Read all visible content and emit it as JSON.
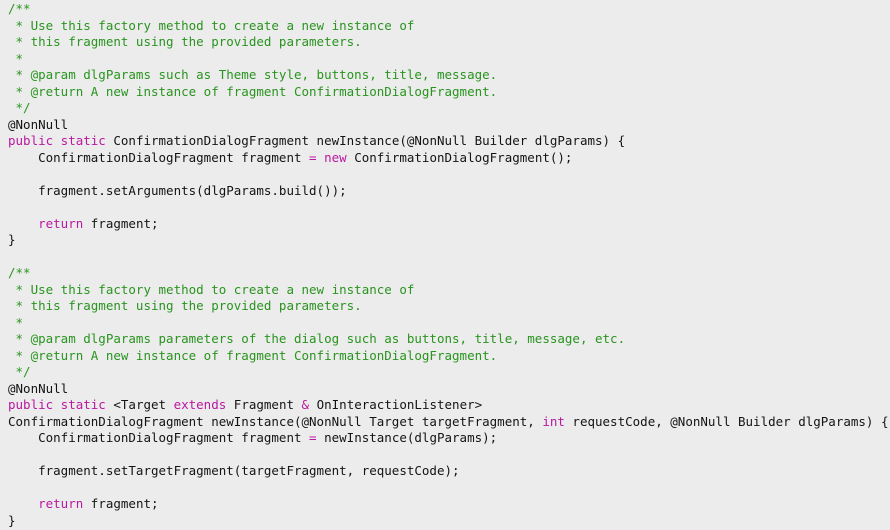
{
  "editor": {
    "language": "java",
    "background": "#ECECEC",
    "colors": {
      "comment": "#29941F",
      "keyword": "#BA18A0",
      "plain": "#141414"
    },
    "lines": [
      {
        "tokens": [
          {
            "c": "comment",
            "t": "/**"
          }
        ]
      },
      {
        "tokens": [
          {
            "c": "comment",
            "t": " * Use this factory method to create a new instance of"
          }
        ]
      },
      {
        "tokens": [
          {
            "c": "comment",
            "t": " * this fragment using the provided parameters."
          }
        ]
      },
      {
        "tokens": [
          {
            "c": "comment",
            "t": " *"
          }
        ]
      },
      {
        "tokens": [
          {
            "c": "comment",
            "t": " * @param dlgParams such as Theme style, buttons, title, message."
          }
        ]
      },
      {
        "tokens": [
          {
            "c": "comment",
            "t": " * @return A new instance of fragment ConfirmationDialogFragment."
          }
        ]
      },
      {
        "tokens": [
          {
            "c": "comment",
            "t": " */"
          }
        ]
      },
      {
        "tokens": [
          {
            "c": "plain",
            "t": "@NonNull"
          }
        ]
      },
      {
        "tokens": [
          {
            "c": "keyword",
            "t": "public static"
          },
          {
            "c": "plain",
            "t": " ConfirmationDialogFragment newInstance(@NonNull Builder dlgParams) {"
          }
        ]
      },
      {
        "tokens": [
          {
            "c": "plain",
            "t": "    ConfirmationDialogFragment fragment "
          },
          {
            "c": "keyword",
            "t": "="
          },
          {
            "c": "plain",
            "t": " "
          },
          {
            "c": "keyword",
            "t": "new"
          },
          {
            "c": "plain",
            "t": " ConfirmationDialogFragment();"
          }
        ]
      },
      {
        "tokens": []
      },
      {
        "tokens": [
          {
            "c": "plain",
            "t": "    fragment.setArguments(dlgParams.build());"
          }
        ]
      },
      {
        "tokens": []
      },
      {
        "tokens": [
          {
            "c": "plain",
            "t": "    "
          },
          {
            "c": "keyword",
            "t": "return"
          },
          {
            "c": "plain",
            "t": " fragment;"
          }
        ]
      },
      {
        "tokens": [
          {
            "c": "plain",
            "t": "}"
          }
        ]
      },
      {
        "tokens": []
      },
      {
        "tokens": [
          {
            "c": "comment",
            "t": "/**"
          }
        ]
      },
      {
        "tokens": [
          {
            "c": "comment",
            "t": " * Use this factory method to create a new instance of"
          }
        ]
      },
      {
        "tokens": [
          {
            "c": "comment",
            "t": " * this fragment using the provided parameters."
          }
        ]
      },
      {
        "tokens": [
          {
            "c": "comment",
            "t": " *"
          }
        ]
      },
      {
        "tokens": [
          {
            "c": "comment",
            "t": " * @param dlgParams parameters of the dialog such as buttons, title, message, etc."
          }
        ]
      },
      {
        "tokens": [
          {
            "c": "comment",
            "t": " * @return A new instance of fragment ConfirmationDialogFragment."
          }
        ]
      },
      {
        "tokens": [
          {
            "c": "comment",
            "t": " */"
          }
        ]
      },
      {
        "tokens": [
          {
            "c": "plain",
            "t": "@NonNull"
          }
        ]
      },
      {
        "tokens": [
          {
            "c": "keyword",
            "t": "public static"
          },
          {
            "c": "plain",
            "t": " <Target "
          },
          {
            "c": "keyword",
            "t": "extends"
          },
          {
            "c": "plain",
            "t": " Fragment "
          },
          {
            "c": "keyword",
            "t": "&"
          },
          {
            "c": "plain",
            "t": " OnInteractionListener>"
          }
        ]
      },
      {
        "tokens": [
          {
            "c": "plain",
            "t": "ConfirmationDialogFragment newInstance(@NonNull Target targetFragment, "
          },
          {
            "c": "keyword",
            "t": "int"
          },
          {
            "c": "plain",
            "t": " requestCode, @NonNull Builder dlgParams) {"
          }
        ]
      },
      {
        "tokens": [
          {
            "c": "plain",
            "t": "    ConfirmationDialogFragment fragment "
          },
          {
            "c": "keyword",
            "t": "="
          },
          {
            "c": "plain",
            "t": " newInstance(dlgParams);"
          }
        ]
      },
      {
        "tokens": []
      },
      {
        "tokens": [
          {
            "c": "plain",
            "t": "    fragment.setTargetFragment(targetFragment, requestCode);"
          }
        ]
      },
      {
        "tokens": []
      },
      {
        "tokens": [
          {
            "c": "plain",
            "t": "    "
          },
          {
            "c": "keyword",
            "t": "return"
          },
          {
            "c": "plain",
            "t": " fragment;"
          }
        ]
      },
      {
        "tokens": [
          {
            "c": "plain",
            "t": "}"
          }
        ]
      }
    ]
  }
}
